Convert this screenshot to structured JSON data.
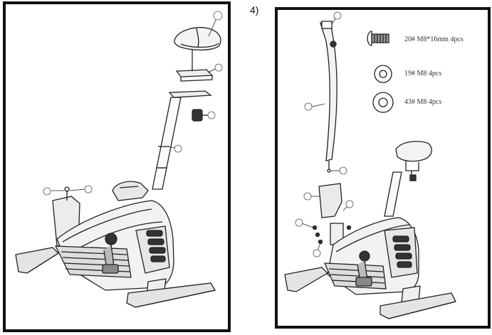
{
  "step": {
    "number": "4)"
  },
  "left_panel": {
    "callouts": [
      "",
      "",
      "",
      "",
      "",
      ""
    ]
  },
  "right_panel": {
    "hardware": [
      {
        "label": "20# M8*16mm 4pcs",
        "icon": "bolt-icon"
      },
      {
        "label": "19# M8 4pcs",
        "icon": "washer-icon"
      },
      {
        "label": "43# M8 4pcs",
        "icon": "washer-icon"
      }
    ],
    "callouts": [
      "",
      "",
      "",
      "",
      "",
      "",
      ""
    ]
  }
}
